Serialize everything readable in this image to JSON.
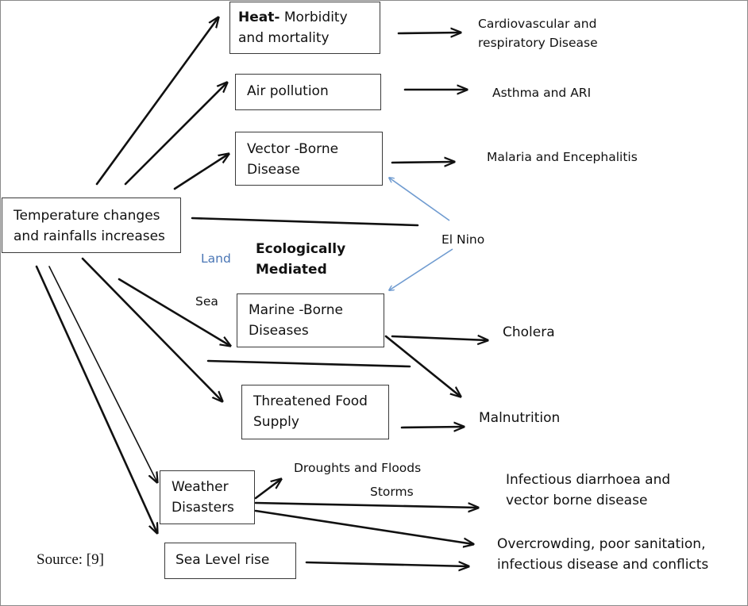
{
  "source": "Source: [9]",
  "heat": {
    "bold": "Heat-",
    "line1_rest": " Morbidity",
    "line2": "and mortality"
  },
  "air_pollution": "Air pollution",
  "vector": {
    "line1": "Vector -Borne",
    "line2": "Disease"
  },
  "temperature": {
    "line1": "Temperature changes",
    "line2": "and rainfalls increases"
  },
  "marine": {
    "line1": "Marine -Borne",
    "line2": "Diseases"
  },
  "food": {
    "line1": "Threatened Food",
    "line2": "Supply"
  },
  "weather": {
    "line1": "Weather",
    "line2": "Disasters"
  },
  "sea_level": "Sea Level rise",
  "outcomes": {
    "cardio": {
      "line1": "Cardiovascular and",
      "line2": "respiratory Disease"
    },
    "asthma": "Asthma and ARI",
    "malaria": "Malaria and Encephalitis",
    "cholera": "Cholera",
    "malnutrition": "Malnutrition",
    "diarrhoea": {
      "line1": "Infectious diarrhoea and",
      "line2": "vector borne disease"
    },
    "overcrowding": {
      "line1": "Overcrowding, poor sanitation,",
      "line2": "infectious disease  and conflicts"
    }
  },
  "labels": {
    "el_nino": "El Nino",
    "land": "Land",
    "ecologically": {
      "line1": "Ecologically",
      "line2": "Mediated"
    },
    "sea": "Sea",
    "droughts": "Droughts and Floods",
    "storms": "Storms"
  },
  "colors": {
    "arrow": "#111111",
    "el_nino_arrow": "#6f9bd0",
    "land_text": "#4a76b5",
    "border": "#3a3a3a"
  }
}
